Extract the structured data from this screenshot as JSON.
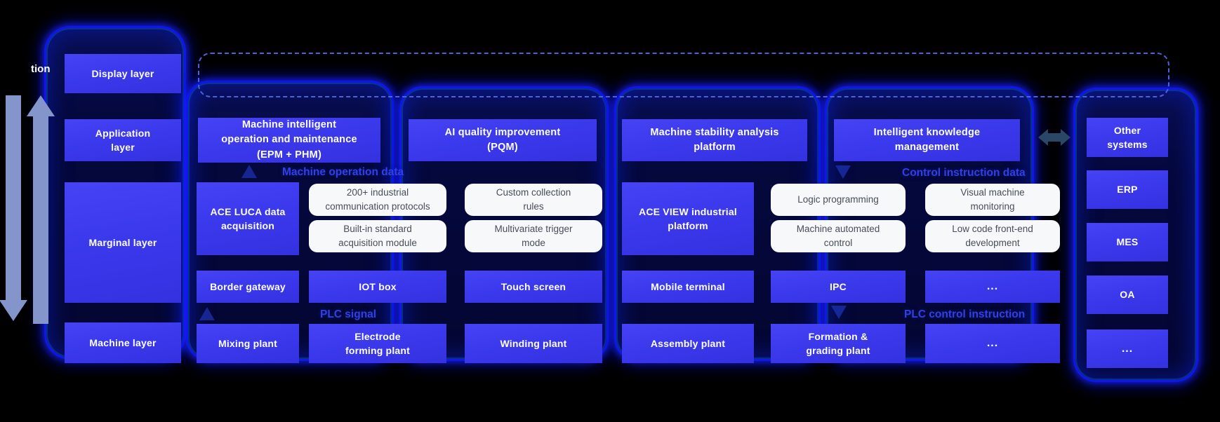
{
  "clipped_label": "tion",
  "layer_column": {
    "display": "Display layer",
    "application": "Application\nlayer",
    "marginal": "Marginal layer",
    "machine": "Machine layer"
  },
  "application_row": {
    "epm": "Machine intelligent\noperation and maintenance\n(EPM + PHM)",
    "pqm": "AI quality improvement\n(PQM)",
    "stability": "Machine stability analysis\nplatform",
    "knowledge": "Intelligent knowledge\nmanagement"
  },
  "flow_labels": {
    "machine_operation_data": "Machine operation data",
    "control_instruction_data": "Control instruction data",
    "plc_signal": "PLC signal",
    "plc_control_instruction": "PLC control instruction"
  },
  "edge_row": {
    "ace_luca": "ACE LUCA data\nacquisition",
    "protocols": "200+ industrial\ncommunication protocols",
    "builtin": "Built-in standard\nacquisition module",
    "custom_rules": "Custom collection\nrules",
    "multivariate": "Multivariate trigger\nmode",
    "ace_view": "ACE VIEW industrial\nplatform",
    "logic": "Logic programming",
    "auto_control": "Machine automated\ncontrol",
    "visual_monitoring": "Visual machine\nmonitoring",
    "low_code": "Low code front-end\ndevelopment"
  },
  "hardware_row": {
    "border_gateway": "Border gateway",
    "iot_box": "IOT box",
    "touch_screen": "Touch screen",
    "mobile_terminal": "Mobile terminal",
    "ipc": "IPC",
    "more": "..."
  },
  "machine_row": {
    "mixing": "Mixing plant",
    "electrode": "Electrode\nforming plant",
    "winding": "Winding plant",
    "assembly": "Assembly plant",
    "formation": "Formation &\ngrading plant",
    "more": "..."
  },
  "external_column": {
    "other_systems": "Other\nsystems",
    "erp": "ERP",
    "mes": "MES",
    "oa": "OA",
    "more": "..."
  },
  "colors": {
    "background": "#000000",
    "box_blue": "#3b39ec",
    "container_glow": "#1216eb",
    "white_box": "#f7f8fa",
    "flow_label_blue": "#3040e8",
    "dashed_line": "#4a63d8",
    "side_arrow": "#8495cb",
    "link_arrow": "#2b4766"
  }
}
